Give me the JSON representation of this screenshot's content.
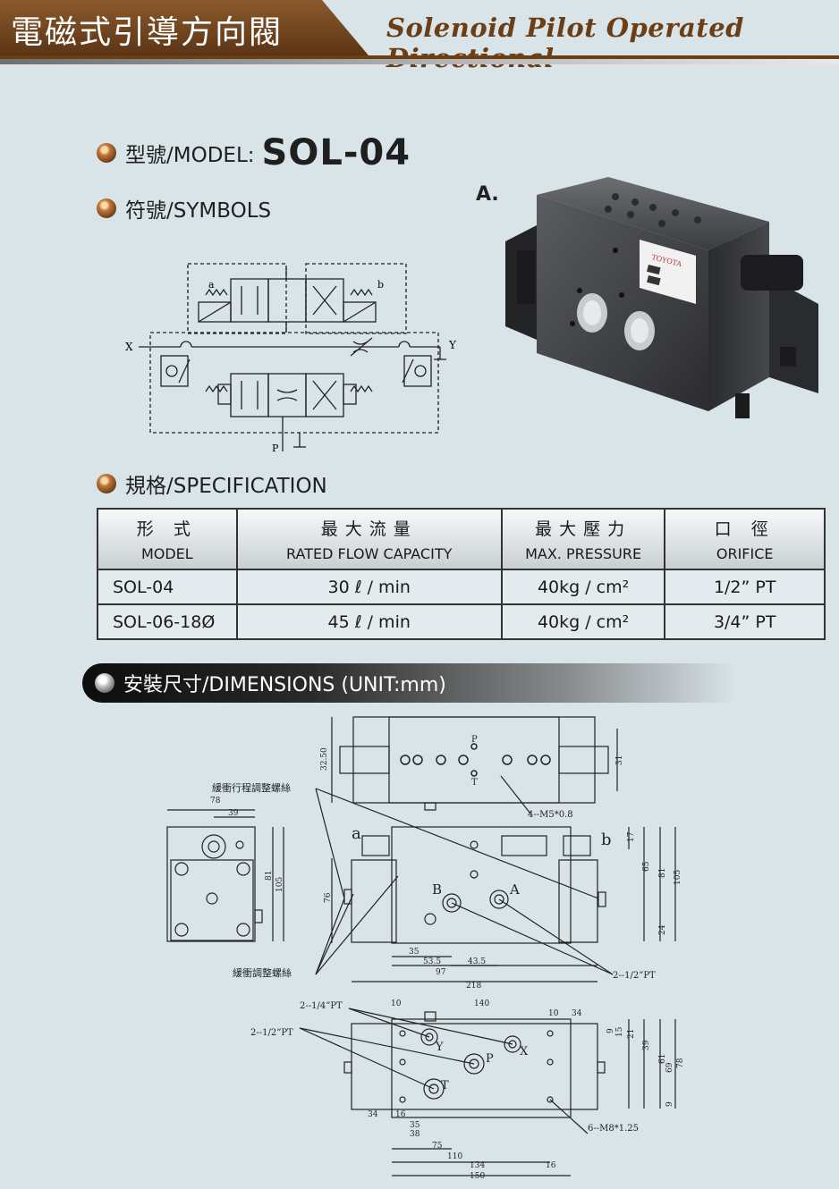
{
  "header": {
    "title_zh": "電磁式引導方向閥",
    "title_en": "Solenoid Pilot Operated Directional"
  },
  "model": {
    "label": "型號/MODEL:",
    "code": "SOL-04"
  },
  "symbols": {
    "label": "符號/SYMBOLS",
    "photo_label": "A.",
    "port_labels": {
      "x": "X",
      "y": "Y",
      "p": "P",
      "a": "a",
      "b": "b"
    },
    "brand": "TOYOTA"
  },
  "specification": {
    "label": "規格/SPECIFICATION",
    "headers": [
      {
        "zh": "形 式",
        "en": "MODEL"
      },
      {
        "zh": "最大流量",
        "en": "RATED FLOW CAPACITY"
      },
      {
        "zh": "最大壓力",
        "en": "MAX. PRESSURE"
      },
      {
        "zh": "口 徑",
        "en": "ORIFICE"
      }
    ],
    "rows": [
      [
        "SOL-04",
        "30 ℓ / min",
        "40kg / cm²",
        "1/2” PT"
      ],
      [
        "SOL-06-18Ø",
        "45 ℓ / min",
        "40kg / cm²",
        "3/4” PT"
      ]
    ]
  },
  "dimensions": {
    "label": "安裝尺寸/DIMENSIONS (UNIT:mm)",
    "annotations": {
      "stroke_screw": "緩衝行程調整螺絲",
      "cushion_screw": "緩衝調整螺絲",
      "m5": "4--M5*0.8",
      "pt_half": "2--1/2”PT",
      "pt_quarter": "2--1/4”PT",
      "pt_half_b": "2--1/2”PT",
      "m8": "6--M8*1.25",
      "port_a": "a",
      "port_b": "b",
      "port_A": "A",
      "port_B": "B",
      "port_P": "P",
      "port_T": "T",
      "port_X": "X",
      "port_Y": "Y"
    },
    "numbers": {
      "top_left_h": "32.50",
      "top_right_h": "31",
      "side_w1": "78",
      "side_w2": "39",
      "side_h1": "81",
      "side_h2": "105",
      "front_h76": "76",
      "front_r1": "17",
      "front_r2": "65",
      "front_r3": "81",
      "front_r4": "105",
      "front_r5": "24",
      "front_b1": "35",
      "front_b2": "53.5",
      "front_b3": "43.5",
      "front_b4": "97",
      "front_b5": "218",
      "bot_t1": "10",
      "bot_t2": "140",
      "bot_t3": "10",
      "bot_t4": "34",
      "bot_r1": "9",
      "bot_r2": "15",
      "bot_r3": "21",
      "bot_r4": "39",
      "bot_r5": "61",
      "bot_r6": "69",
      "bot_r7": "78",
      "bot_r8": "9",
      "bot_b1": "34",
      "bot_b2": "16",
      "bot_b3": "35",
      "bot_b4": "38",
      "bot_b5": "75",
      "bot_b6": "110",
      "bot_b7": "134",
      "bot_b8": "150",
      "bot_b9": "16"
    }
  }
}
